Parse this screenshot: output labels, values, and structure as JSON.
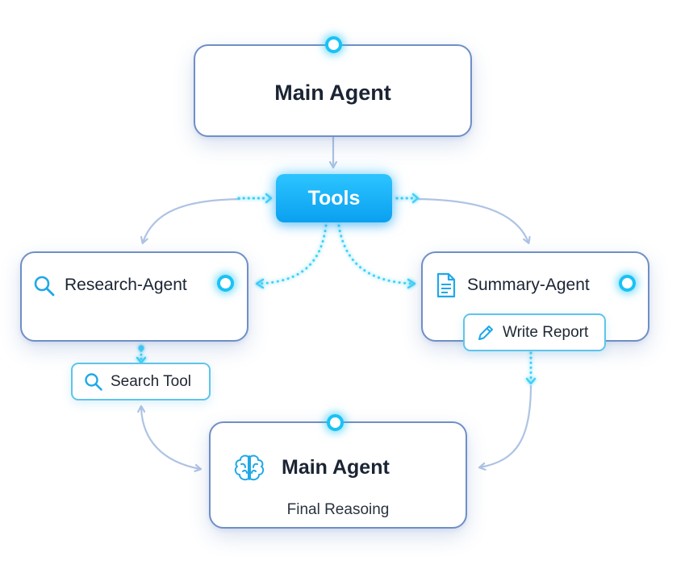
{
  "nodes": {
    "main_agent_top": {
      "title": "Main Agent"
    },
    "tools": {
      "label": "Tools"
    },
    "research_agent": {
      "title": "Research-Agent"
    },
    "summary_agent": {
      "title": "Summary-Agent"
    },
    "search_tool": {
      "label": "Search Tool"
    },
    "write_report": {
      "label": "Write Report"
    },
    "main_agent_bottom": {
      "title": "Main Agent",
      "subtitle": "Final Reasoing"
    }
  },
  "colors": {
    "node_border": "#6f8fc6",
    "accent_cyan": "#19c2f5",
    "tools_fill": "#0aa0f0",
    "arrow": "#aec3e4"
  },
  "icons": {
    "research_agent": "search-icon",
    "summary_agent": "document-icon",
    "search_tool": "search-icon",
    "write_report": "pencil-icon",
    "main_agent_bottom": "brain-icon"
  }
}
